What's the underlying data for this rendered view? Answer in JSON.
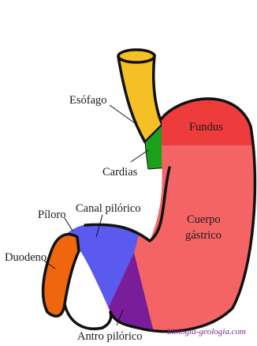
{
  "labels": {
    "esofago": "Esófago",
    "fundus": "Fundus",
    "cardias": "Cardias",
    "canal_pilorico": "Canal pilórico",
    "piloro": "Píloro",
    "cuerpo_line1": "Cuerpo",
    "cuerpo_line2": "gástrico",
    "duodeno": "Duodeno",
    "antro_pilorico": "Antro pilórico"
  },
  "credit": "biologia-geologia.com",
  "colors": {
    "esofago": "#f5c026",
    "cardias": "#1aa01a",
    "fundus": "#ee3b3b",
    "cuerpo": "#f46464",
    "canal_pilorico": "#5a5aee",
    "antro_pilorico": "#7a1d9a",
    "duodeno": "#f0660f",
    "credit": "#7a2a8a"
  }
}
